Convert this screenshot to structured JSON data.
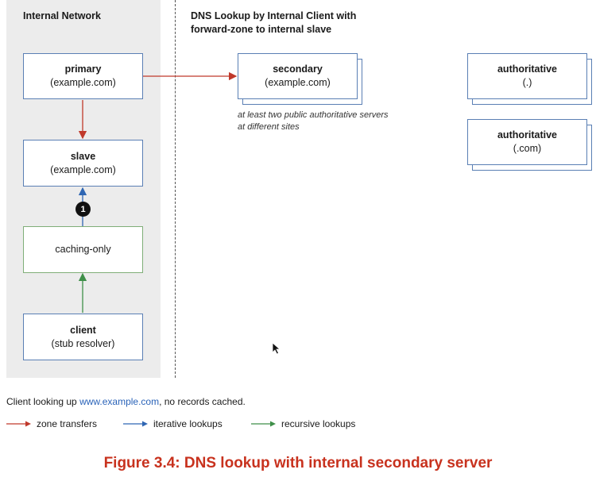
{
  "panel_title": "Internal Network",
  "heading": "DNS Lookup by Internal Client with forward-zone to internal slave",
  "nodes": {
    "primary": {
      "name": "primary",
      "sub": "(example.com)"
    },
    "slave": {
      "name": "slave",
      "sub": "(example.com)"
    },
    "caching": {
      "name": "caching-only"
    },
    "client": {
      "name": "client",
      "sub": "(stub resolver)"
    },
    "secondary": {
      "name": "secondary",
      "sub": "(example.com)"
    },
    "auth_root": {
      "name": "authoritative",
      "sub": "(.)"
    },
    "auth_com": {
      "name": "authoritative",
      "sub": "(.com)"
    }
  },
  "secondary_note": "at least two public authoritative servers at different sites",
  "step_badge": "1",
  "caption": {
    "prefix": "Client looking up ",
    "link": "www.example.com",
    "suffix": ", no records cached."
  },
  "legend": {
    "zone": {
      "label": "zone transfers",
      "color": "#c0392b"
    },
    "iterative": {
      "label": "iterative lookups",
      "color": "#2f66b3"
    },
    "recursive": {
      "label": "recursive lookups",
      "color": "#3f8f49"
    }
  },
  "figure_title": "Figure 3.4: DNS lookup with internal secondary server"
}
